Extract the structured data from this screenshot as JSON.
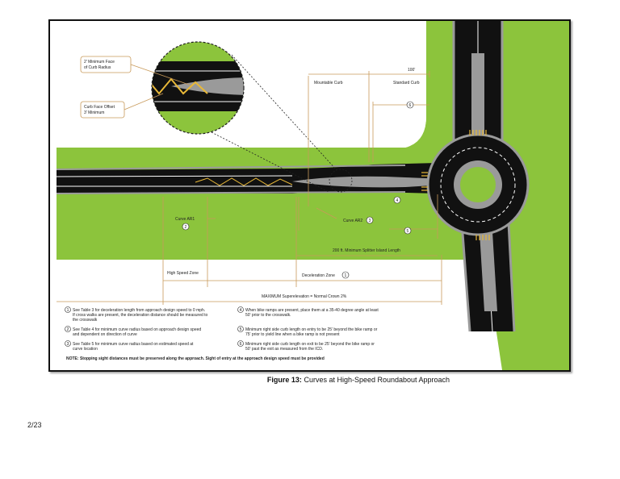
{
  "figure": {
    "labels": {
      "face_of_curb": "2' Minimum Face of Curb Radius",
      "curb_face_offset": "Curb Face Offset 3' Minimum",
      "mountable_curb": "Mountable Curb",
      "dim_100": "100'",
      "standard_curb": "Standard Curb",
      "curve_ar1": "Curve AR1",
      "curve_ar2": "Curve AR2",
      "splitter": "200 ft. Minimum Splitter Island Length",
      "high_speed_zone": "High Speed Zone",
      "deceleration_zone": "Deceleration Zone",
      "max_super": "MAXIMUM Superelevation = Normal Crown 2%"
    },
    "markers": {
      "m1": "1",
      "m2": "2",
      "m3": "3",
      "m4": "4",
      "m5": "5",
      "m6": "6"
    },
    "notes": {
      "n1": "See Table 3 for deceleration length from approach design speed to 0 mph. If cross walks are present, the deceleration distance should be measured to the crosswalk",
      "n2": "See Table 4 for minimum curve radius based on approach design speed and dependent on direction of curve",
      "n3": "See Table 5 for minimum curve radius based on estimated speed at curve location",
      "n4": "When bike ramps are present, place them at a 35-40 degree angle at least 50' prior to the crosswalk.",
      "n5": "Minimum right side curb length on entry to be 25' beyond the bike ramp or 75' prior to yield line when a bike ramp is not present",
      "n6": "Minimum right side curb length on exit to be 25' beyond the bike ramp or 50' past the exit as measured from the ICD.",
      "bottom": "NOTE: Stopping sight distances must be preserved along the approach. Sight of entry at the approach design speed must be provided"
    }
  },
  "caption": {
    "prefix": "Figure 13:",
    "text": " Curves at High-Speed Roundabout Approach"
  },
  "page_number": "2/23",
  "colors": {
    "grass": "#8cc43c",
    "asphalt": "#111111",
    "curb": "#9a9a9a",
    "dim_line": "#c89a5a",
    "stripe": "#e8b838"
  }
}
